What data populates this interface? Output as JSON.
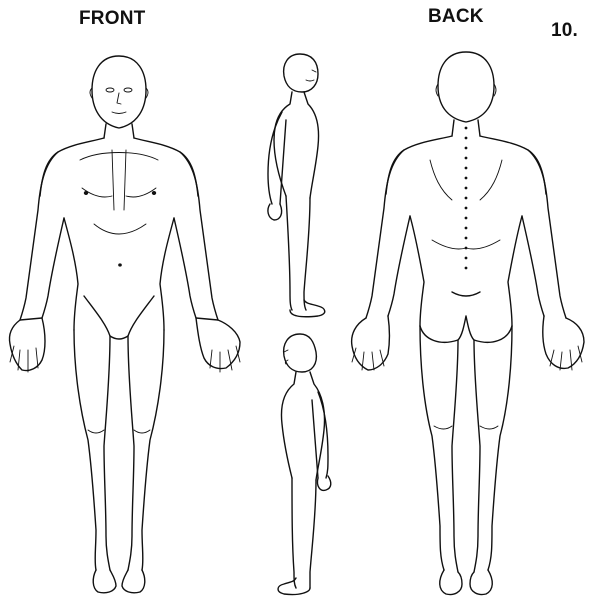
{
  "labels": {
    "front": "FRONT",
    "back": "BACK",
    "item_number": "10."
  }
}
